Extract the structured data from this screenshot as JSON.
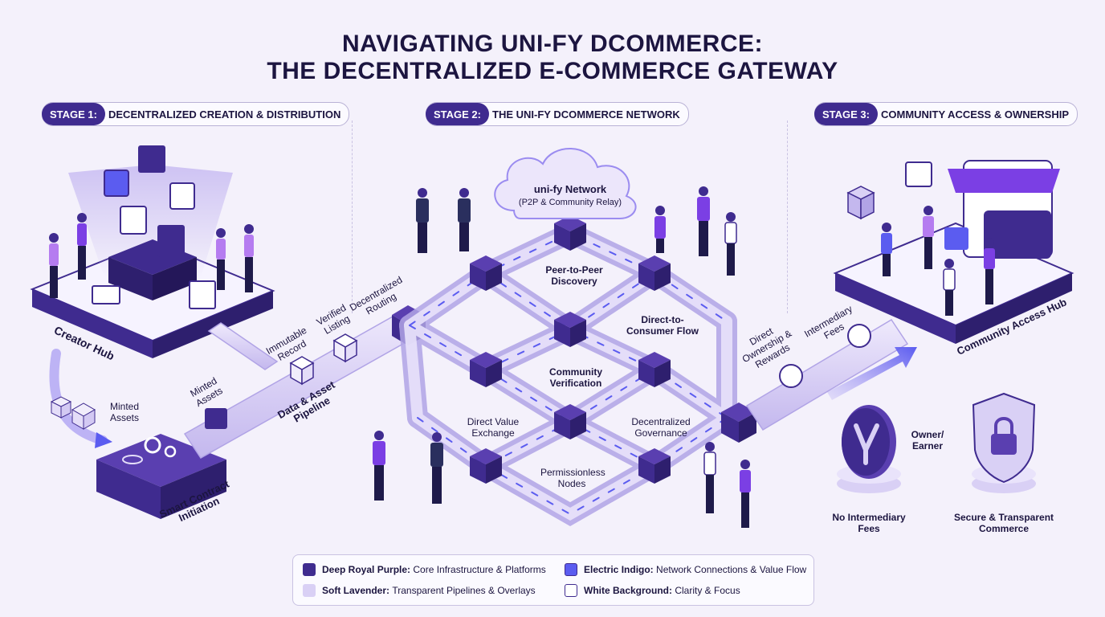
{
  "title": {
    "line1": "NAVIGATING UNI-FY DCOMMERCE:",
    "line2": "THE DECENTRALIZED E-COMMERCE GATEWAY"
  },
  "stages": [
    {
      "num": "STAGE 1:",
      "label": "DECENTRALIZED CREATION & DISTRIBUTION"
    },
    {
      "num": "STAGE 2:",
      "label": "THE UNI-FY DCOMMERCE NETWORK"
    },
    {
      "num": "STAGE 3:",
      "label": "COMMUNITY ACCESS & OWNERSHIP"
    }
  ],
  "cloud": {
    "title": "uni-fy Network",
    "subtitle": "(P2P & Community Relay)"
  },
  "stage1_labels": {
    "creator_hub": "Creator Hub",
    "minted_assets_stack": "Minted Assets",
    "smart_contract": "Smart Contract Initiation",
    "minted_assets_pipe": "Minted Assets",
    "pipeline": "Data & Asset Pipeline",
    "immutable": "Immutable Record",
    "verified": "Verified Listing",
    "decentralized_routing": "Decentralized Routing"
  },
  "network_labels": {
    "p2p": "Peer-to-Peer Discovery",
    "d2c": "Direct-to-Consumer Flow",
    "community": "Community Verification",
    "value": "Direct Value Exchange",
    "governance": "Decentralized Governance",
    "nodes": "Permissionless Nodes"
  },
  "stage3_labels": {
    "direct": "Direct Ownership & Rewards",
    "fees_pipe": "Intermediary Fees",
    "hub": "Community Access Hub",
    "owner": "Owner/ Earner",
    "no_fees": "No Intermediary Fees",
    "secure": "Secure & Transparent Commerce"
  },
  "legend": [
    {
      "key": "Deep Royal Purple:",
      "desc": "Core Infrastructure & Platforms",
      "color": "#3f2b8f"
    },
    {
      "key": "Electric Indigo:",
      "desc": "Network Connections & Value Flow",
      "color": "#5b5cf0"
    },
    {
      "key": "Soft Lavender:",
      "desc": "Transparent Pipelines & Overlays",
      "color": "#d9d0f5"
    },
    {
      "key": "White Background:",
      "desc": "Clarity & Focus",
      "color": "#ffffff"
    }
  ],
  "colors": {
    "royal": "#3f2b8f",
    "indigo": "#5b5cf0",
    "lavender": "#d9d0f5",
    "violet": "#7b3fe4"
  }
}
